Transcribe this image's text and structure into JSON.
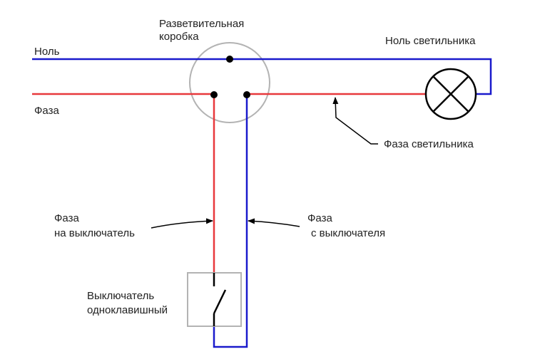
{
  "labels": {
    "junction_box_line1": "Разветвительная",
    "junction_box_line2": "коробка",
    "neutral": "Ноль",
    "phase": "Фаза",
    "lamp_neutral": "Ноль светильника",
    "lamp_phase": "Фаза светильника",
    "to_switch_line1": "Фаза",
    "to_switch_line2": "на выключатель",
    "from_switch_line1": "Фаза",
    "from_switch_line2": "с выключателя",
    "switch_line1": "Выключатель",
    "switch_line2": "одноклавишный"
  },
  "colors": {
    "neutral_wire": "#1a1acc",
    "phase_wire": "#e8383c",
    "box_outline": "#b3b3b3",
    "component": "#000000"
  }
}
